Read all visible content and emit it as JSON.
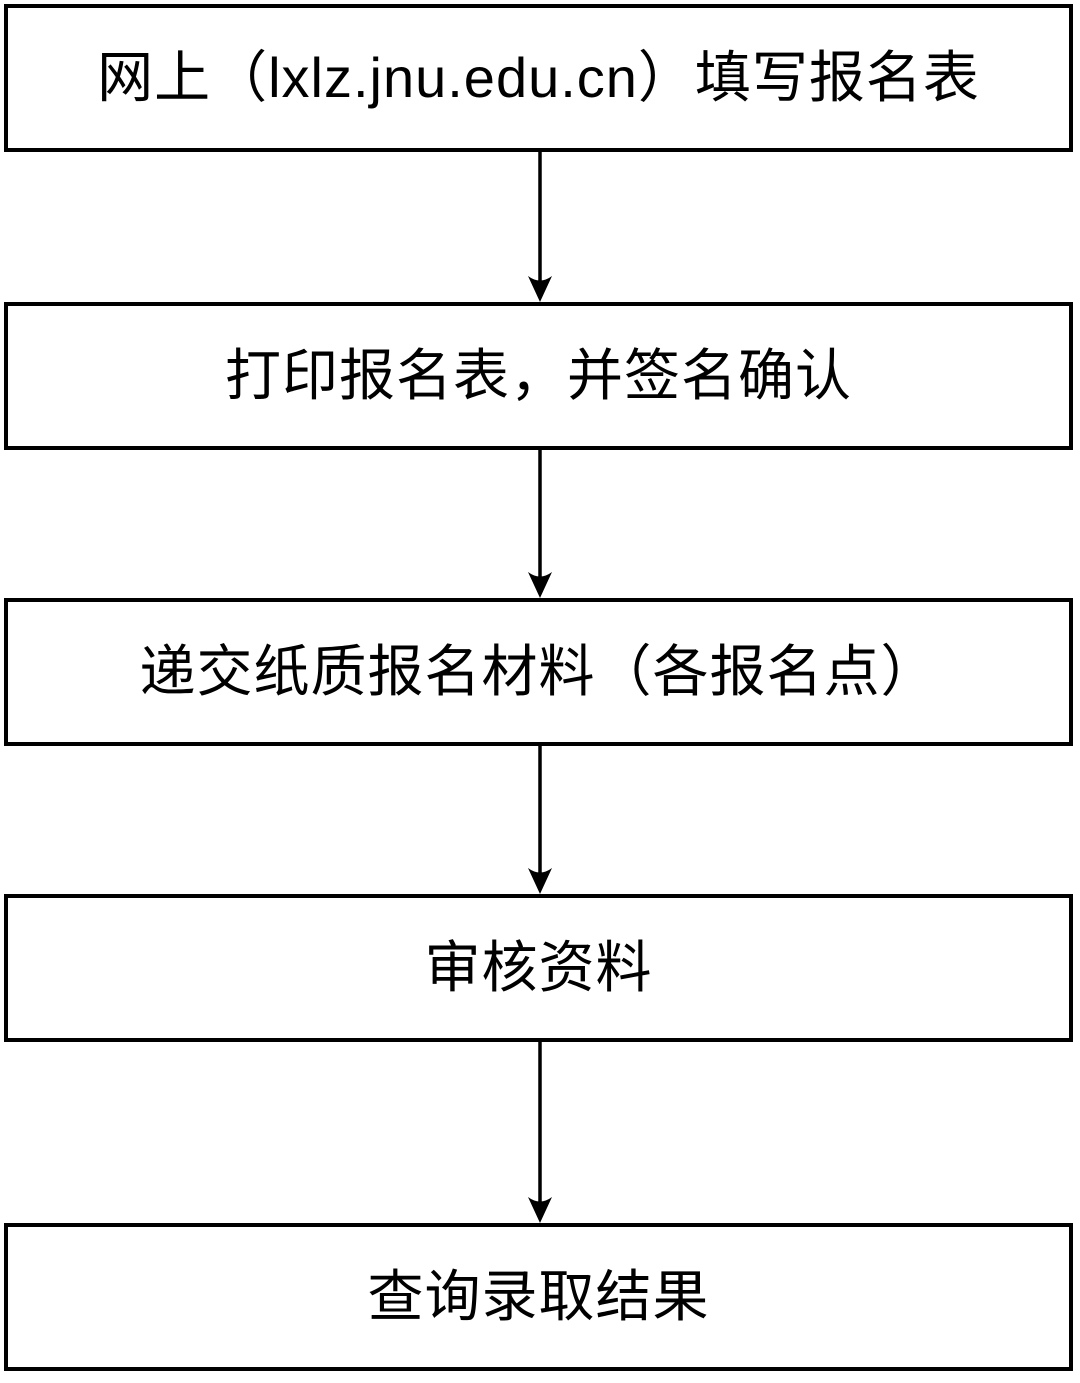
{
  "diagram": {
    "type": "flowchart",
    "direction": "top-down",
    "title": "",
    "steps": [
      {
        "id": "fill-form",
        "label": "网上（lxlz.jnu.edu.cn）填写报名表"
      },
      {
        "id": "print-sign",
        "label": "打印报名表，并签名确认"
      },
      {
        "id": "submit-materials",
        "label": "递交纸质报名材料（各报名点）"
      },
      {
        "id": "review",
        "label": "审核资料"
      },
      {
        "id": "check-result",
        "label": "查询录取结果"
      }
    ],
    "connections": [
      {
        "from": "fill-form",
        "to": "print-sign",
        "style": "arrow-down"
      },
      {
        "from": "print-sign",
        "to": "submit-materials",
        "style": "arrow-down"
      },
      {
        "from": "submit-materials",
        "to": "review",
        "style": "arrow-down"
      },
      {
        "from": "review",
        "to": "check-result",
        "style": "arrow-down"
      }
    ],
    "colors": {
      "border": "#000000",
      "background": "#ffffff",
      "text": "#000000",
      "arrow": "#000000"
    }
  }
}
